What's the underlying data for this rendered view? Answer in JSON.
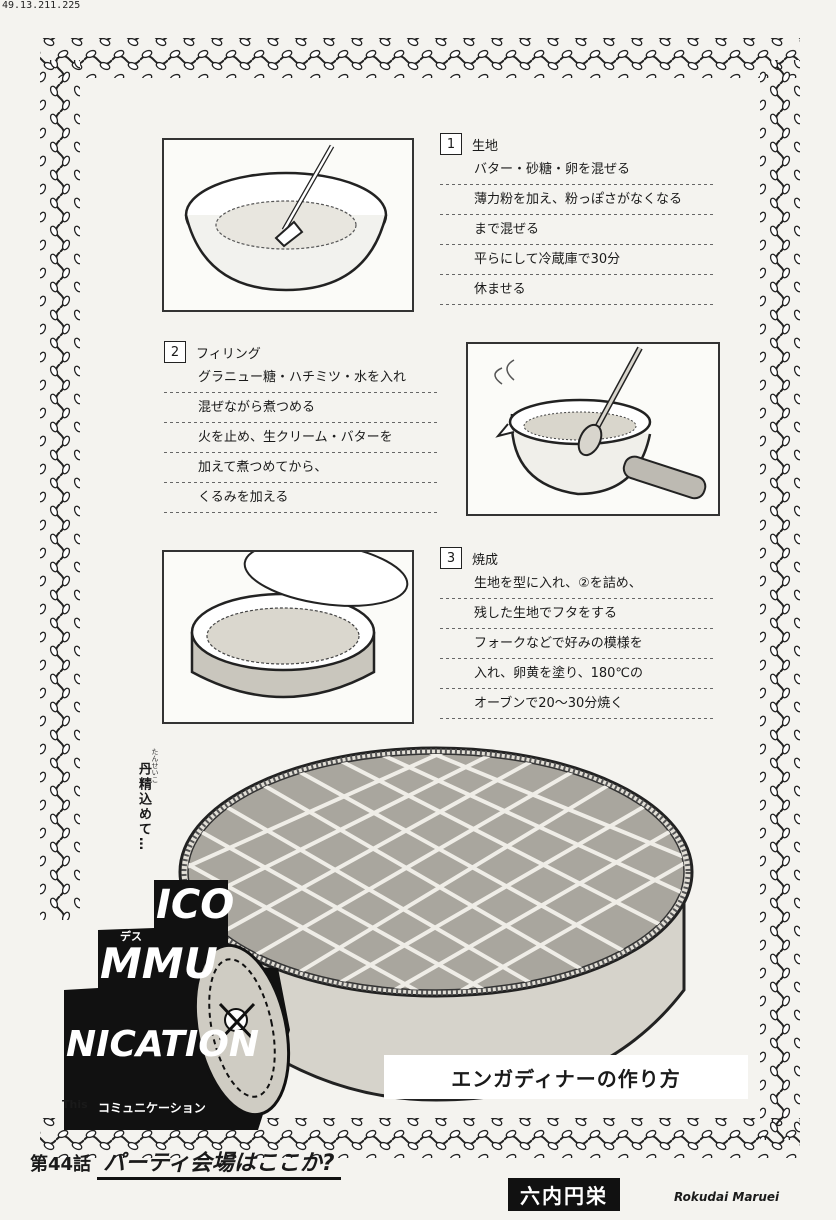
{
  "watermark": "49.13.211.225",
  "steps": [
    {
      "number": "1",
      "heading": "生地",
      "lines": [
        "バター・砂糖・卵を混ぜる",
        "薄力粉を加え、粉っぽさがなくなる",
        "まで混ぜる",
        "平らにして冷蔵庫で30分",
        "休ませる"
      ]
    },
    {
      "number": "2",
      "heading": "フィリング",
      "lines": [
        "グラニュー糖・ハチミツ・水を入れ",
        "混ぜながら煮つめる",
        "火を止め、生クリーム・バターを",
        "加えて煮つめてから、",
        "くるみを加える"
      ]
    },
    {
      "number": "3",
      "heading": "焼成",
      "lines": [
        "生地を型に入れ、②を詰め、",
        "残した生地でフタをする",
        "フォークなどで好みの模様を",
        "入れ、卵黄を塗り、180℃の",
        "オーブンで20〜30分焼く"
      ]
    }
  ],
  "caption": {
    "text": "丹精込めて…",
    "furigana": "たんせいこ"
  },
  "recipe_title": "エンガディナーの作り方",
  "logo": {
    "lines": [
      "ICO",
      "MMU",
      "NICATION"
    ],
    "furigana": "デス",
    "this_label": "This",
    "subtitle": "コミュニケーション"
  },
  "episode": {
    "number": "第44話",
    "title": "パーティ会場はここか?"
  },
  "author": {
    "name": "六内円栄",
    "roman": "Rokudai Maruei"
  }
}
